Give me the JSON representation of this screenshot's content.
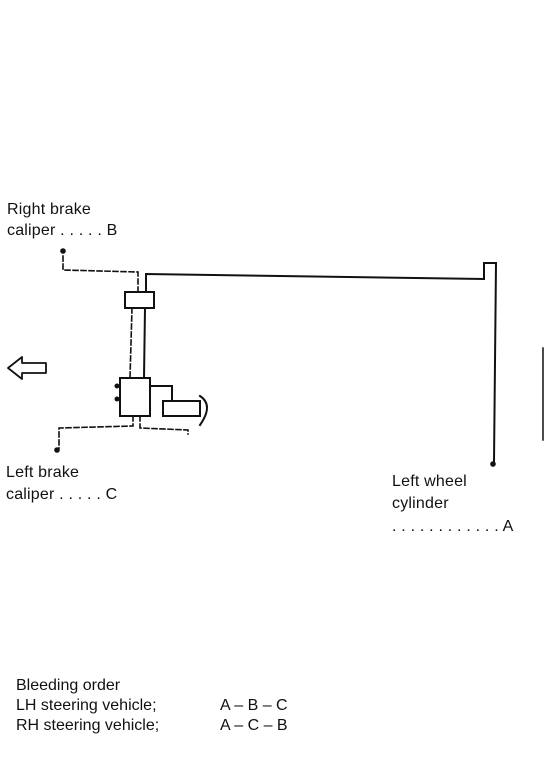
{
  "labels": {
    "right_caliper_line1": "Right brake",
    "right_caliper_line2": "caliper . . . . .  B",
    "left_caliper_line1": "Left brake",
    "left_caliper_line2": "caliper . . . . .  C",
    "left_wheel_line1": "Left wheel",
    "left_wheel_line2": "cylinder",
    "left_wheel_line3": ". . . . . . . . . . . .  A"
  },
  "bleeding": {
    "heading": "Bleeding order",
    "rows": [
      {
        "vehicle": "LH steering vehicle;",
        "order": "A – B – C"
      },
      {
        "vehicle": "RH steering vehicle;",
        "order": "A – C – B"
      }
    ]
  },
  "icons": {
    "direction": "left-arrow-icon"
  },
  "colors": {
    "ink": "#111111",
    "background": "#ffffff"
  }
}
